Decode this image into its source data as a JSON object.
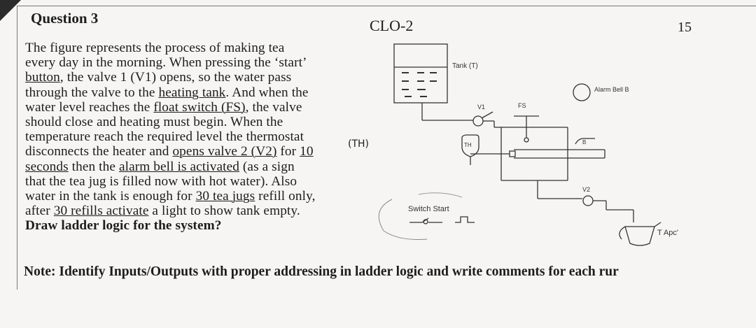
{
  "question": {
    "title": "Question 3",
    "clo": "CLO-2",
    "marks": "15",
    "lines": [
      [
        "The figure represents the process of making tea"
      ],
      [
        "every day in the morning. When pressing the ‘start’"
      ],
      [
        "button",
        ", the valve 1 (V1) opens, so the water pass"
      ],
      [
        "through the valve to the ",
        "heating tank",
        ". And when the"
      ],
      [
        "water level reaches the ",
        "float switch (FS)",
        ", the valve"
      ],
      [
        "should close and heating must begin. When the"
      ],
      [
        "temperature reach the required level the thermostat"
      ],
      [
        "disconnects the heater and ",
        "opens valve 2 (V2)",
        " for ",
        "10"
      ],
      [
        "seconds",
        " then the ",
        "alarm bell is activated",
        " (as a sign"
      ],
      [
        "that the tea jug is filled now with hot water). Also"
      ],
      [
        "water in the tank is enough for ",
        "30 tea jugs",
        " refill only,"
      ],
      [
        "after ",
        "30 refills activate",
        " a light to show tank empty."
      ],
      [
        "Draw ladder logic for the system?"
      ]
    ],
    "underline_segments": [
      "button",
      "heating tank",
      "float switch (FS)",
      "opens valve 2 (V2)",
      "10",
      "seconds",
      "alarm bell is activated",
      "30 tea jugs",
      "30 refills activate"
    ],
    "handwritten_note": "(TH)",
    "note": "Note: Identify Inputs/Outputs with proper addressing in ladder logic and write comments for each rur"
  },
  "diagram": {
    "tank_label": "Tank (T)",
    "v1_label": "V1",
    "fs_label": "FS",
    "alarm_label": "Alarm Bell B",
    "th_label": "TH",
    "b_label": "B",
    "v2_label": "V2",
    "switch_label": "Switch Start",
    "jug_label": "T Apc'"
  }
}
